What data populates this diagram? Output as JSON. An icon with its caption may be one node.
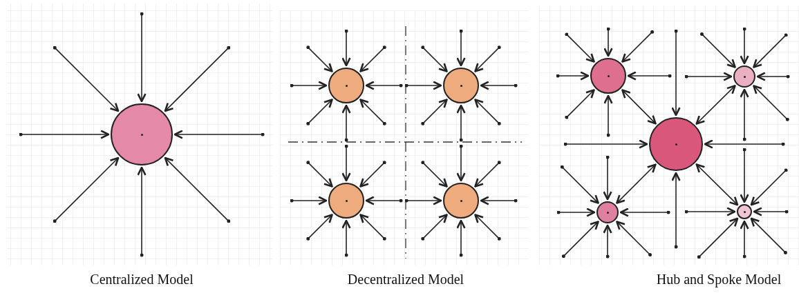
{
  "diagram": {
    "nodes": [
      {
        "text": [],
        "shape": "circle"
      },
      {
        "text": [],
        "shape": "circle"
      },
      {
        "text": [],
        "shape": "circle"
      },
      {
        "text": [],
        "shape": "circle"
      },
      {
        "text": [],
        "shape": "circle"
      },
      {
        "text": [],
        "shape": "circle"
      },
      {
        "text": [],
        "shape": "circle"
      },
      {
        "text": [],
        "shape": "circle"
      },
      {
        "text": [],
        "shape": "circle"
      },
      {
        "text": [],
        "shape": "circle"
      }
    ],
    "edges": [
      {
        "from": null,
        "to": 0,
        "arrow": "to"
      },
      {
        "from": null,
        "to": 0,
        "arrow": "to"
      },
      {
        "from": null,
        "to": 0,
        "arrow": "to"
      },
      {
        "from": null,
        "to": 0,
        "arrow": "to"
      },
      {
        "from": null,
        "to": 0,
        "arrow": "to"
      },
      {
        "from": null,
        "to": 0,
        "arrow": "to"
      },
      {
        "from": null,
        "to": 0,
        "arrow": "to"
      },
      {
        "from": null,
        "to": 0,
        "arrow": "to"
      },
      {
        "from": null,
        "to": 1,
        "arrow": "to"
      },
      {
        "from": null,
        "to": 1,
        "arrow": "to"
      },
      {
        "from": null,
        "to": 1,
        "arrow": "to"
      },
      {
        "from": null,
        "to": 1,
        "arrow": "to"
      },
      {
        "from": null,
        "to": 1,
        "arrow": "to"
      },
      {
        "from": null,
        "to": 1,
        "arrow": "to"
      },
      {
        "from": null,
        "to": 1,
        "arrow": "to"
      },
      {
        "from": null,
        "to": 1,
        "arrow": "to"
      },
      {
        "from": null,
        "to": 2,
        "arrow": "to"
      },
      {
        "from": null,
        "to": 2,
        "arrow": "to"
      },
      {
        "from": null,
        "to": 2,
        "arrow": "to"
      },
      {
        "from": null,
        "to": 2,
        "arrow": "to"
      },
      {
        "from": null,
        "to": 2,
        "arrow": "to"
      },
      {
        "from": null,
        "to": 2,
        "arrow": "to"
      },
      {
        "from": null,
        "to": 2,
        "arrow": "to"
      },
      {
        "from": null,
        "to": 2,
        "arrow": "to"
      },
      {
        "from": null,
        "to": 3,
        "arrow": "to"
      },
      {
        "from": null,
        "to": 3,
        "arrow": "to"
      },
      {
        "from": null,
        "to": 3,
        "arrow": "to"
      },
      {
        "from": null,
        "to": 3,
        "arrow": "to"
      },
      {
        "from": null,
        "to": 3,
        "arrow": "to"
      },
      {
        "from": null,
        "to": 3,
        "arrow": "to"
      },
      {
        "from": null,
        "to": 3,
        "arrow": "to"
      },
      {
        "from": null,
        "to": 3,
        "arrow": "to"
      },
      {
        "from": null,
        "to": 4,
        "arrow": "to"
      },
      {
        "from": null,
        "to": 4,
        "arrow": "to"
      },
      {
        "from": null,
        "to": 4,
        "arrow": "to"
      },
      {
        "from": null,
        "to": 4,
        "arrow": "to"
      },
      {
        "from": null,
        "to": 4,
        "arrow": "to"
      },
      {
        "from": null,
        "to": 4,
        "arrow": "to"
      },
      {
        "from": null,
        "to": 4,
        "arrow": "to"
      },
      {
        "from": null,
        "to": 4,
        "arrow": "to"
      },
      {
        "from": null,
        "to": 5,
        "arrow": "to"
      },
      {
        "from": null,
        "to": 5,
        "arrow": "to"
      },
      {
        "from": null,
        "to": 5,
        "arrow": "to"
      },
      {
        "from": null,
        "to": 5,
        "arrow": "to"
      },
      {
        "from": 6,
        "to": 5,
        "arrow": "both"
      },
      {
        "from": 7,
        "to": 5,
        "arrow": "both"
      },
      {
        "from": 8,
        "to": 5,
        "arrow": "both"
      },
      {
        "from": 9,
        "to": 5,
        "arrow": "both"
      },
      {
        "from": null,
        "to": 6,
        "arrow": "to"
      },
      {
        "from": null,
        "to": 6,
        "arrow": "to"
      },
      {
        "from": null,
        "to": 6,
        "arrow": "to"
      },
      {
        "from": null,
        "to": 6,
        "arrow": "to"
      },
      {
        "from": null,
        "to": 6,
        "arrow": "to"
      },
      {
        "from": null,
        "to": 6,
        "arrow": "to"
      },
      {
        "from": null,
        "to": 6,
        "arrow": "to"
      },
      {
        "from": null,
        "to": 7,
        "arrow": "to"
      },
      {
        "from": null,
        "to": 7,
        "arrow": "to"
      },
      {
        "from": null,
        "to": 7,
        "arrow": "to"
      },
      {
        "from": null,
        "to": 7,
        "arrow": "to"
      },
      {
        "from": null,
        "to": 7,
        "arrow": "to"
      },
      {
        "from": null,
        "to": 7,
        "arrow": "to"
      },
      {
        "from": null,
        "to": 7,
        "arrow": "to"
      },
      {
        "from": null,
        "to": 8,
        "arrow": "to"
      },
      {
        "from": null,
        "to": 8,
        "arrow": "to"
      },
      {
        "from": null,
        "to": 8,
        "arrow": "to"
      },
      {
        "from": null,
        "to": 8,
        "arrow": "to"
      },
      {
        "from": null,
        "to": 8,
        "arrow": "to"
      },
      {
        "from": null,
        "to": 8,
        "arrow": "to"
      },
      {
        "from": null,
        "to": 8,
        "arrow": "to"
      },
      {
        "from": null,
        "to": 9,
        "arrow": "to"
      },
      {
        "from": null,
        "to": 9,
        "arrow": "to"
      },
      {
        "from": null,
        "to": 9,
        "arrow": "to"
      },
      {
        "from": null,
        "to": 9,
        "arrow": "to"
      },
      {
        "from": null,
        "to": 9,
        "arrow": "to"
      },
      {
        "from": null,
        "to": 9,
        "arrow": "to"
      },
      {
        "from": null,
        "to": 9,
        "arrow": "to"
      }
    ],
    "labels": [
      "Centralized Model",
      "Decentralized Model",
      "Hub and Spoke Model"
    ]
  }
}
